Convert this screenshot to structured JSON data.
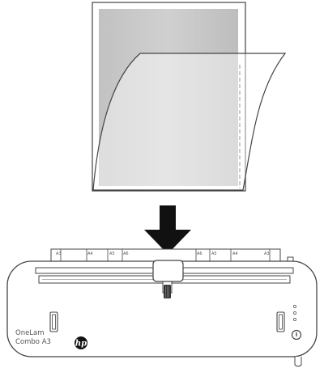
{
  "device": {
    "brand_line1": "OneLam",
    "brand_line2": "Combo A3",
    "logo_text": "hp"
  },
  "paper_guide": {
    "left_labels": [
      "A3",
      "A4",
      "A5",
      "A6"
    ],
    "right_labels": [
      "A6",
      "A5",
      "A4",
      "A3"
    ]
  },
  "mode_indicators": [
    "",
    "",
    ""
  ],
  "colors": {
    "outline": "#444444",
    "pouch_fill": "#c8c8c8",
    "arrow": "#111111"
  }
}
